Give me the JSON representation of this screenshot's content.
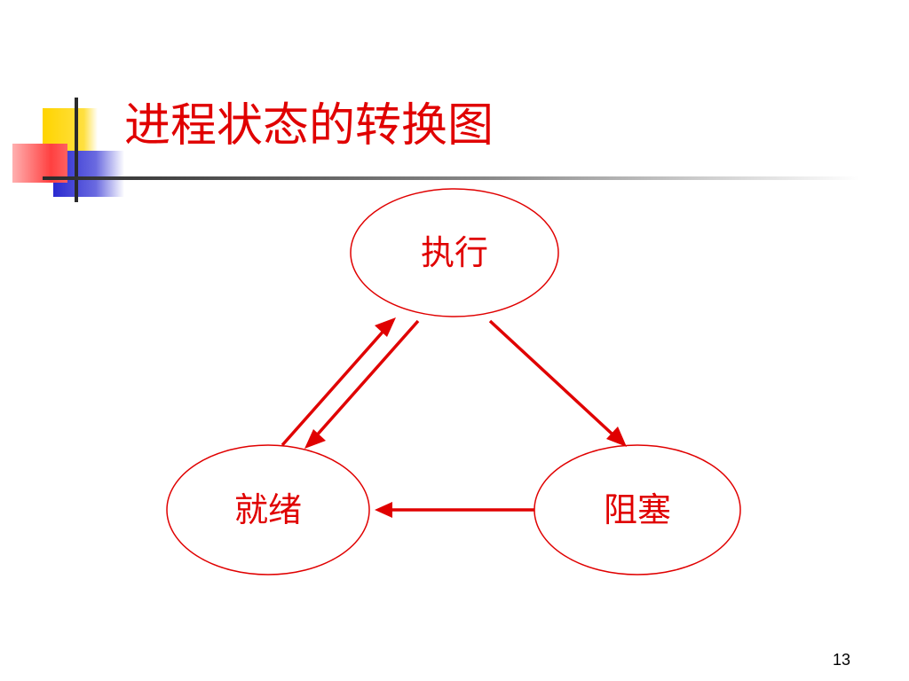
{
  "slide": {
    "title": "进程状态的转换图",
    "page_number": "13"
  },
  "diagram": {
    "nodes": {
      "running": {
        "label": "执行"
      },
      "ready": {
        "label": "就绪"
      },
      "blocked": {
        "label": "阻塞"
      }
    },
    "edges": [
      {
        "from": "ready",
        "to": "running"
      },
      {
        "from": "running",
        "to": "ready"
      },
      {
        "from": "running",
        "to": "blocked"
      },
      {
        "from": "blocked",
        "to": "ready"
      }
    ]
  },
  "colors": {
    "accent_red": "#e00000",
    "decor_yellow": "#ffd200",
    "decor_blue": "#3333cc",
    "decor_pink": "#ff8080",
    "rule_dark": "#333333"
  }
}
